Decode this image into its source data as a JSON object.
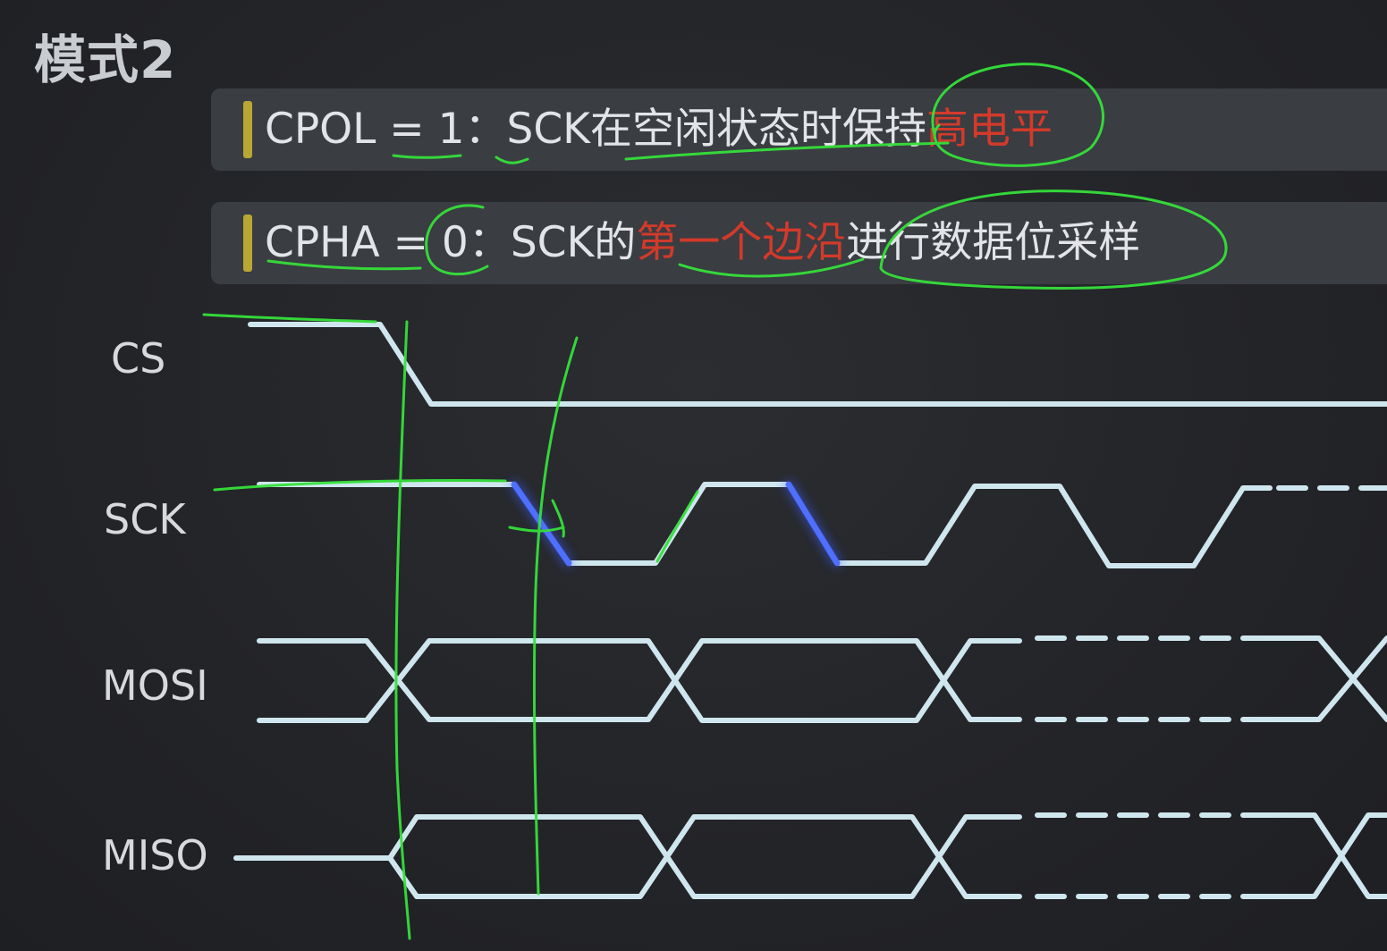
{
  "title": "模式2",
  "rules": [
    {
      "prefix": "CPOL = 1：SCK在空闲状态时保持",
      "highlight": "高电平",
      "suffix": ""
    },
    {
      "prefix": "CPHA = 0：SCK的",
      "highlight": "第一个边沿",
      "suffix": "进行数据位采样"
    }
  ],
  "signals": {
    "cs": "CS",
    "sck": "SCK",
    "mosi": "MOSI",
    "miso": "MISO"
  },
  "colors": {
    "wave": "#cfe6ee",
    "sample_edge_glow": "#3b5cff",
    "annotation": "#35e03a",
    "highlight_text": "#d23a2a",
    "rule_bar": "#b8a833"
  }
}
